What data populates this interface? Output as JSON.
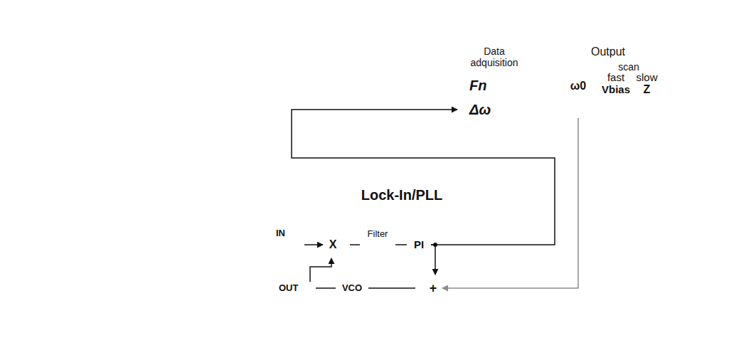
{
  "diagram": {
    "nodes": [
      {
        "text": [
          "Data adquisition"
        ]
      },
      {
        "text": [
          "Fn"
        ],
        "in": 0
      },
      {
        "text": [
          "Δω"
        ],
        "in": 0
      },
      {
        "text": [
          "Output"
        ]
      },
      {
        "text": [
          "ω0"
        ],
        "in": 3
      },
      {
        "text": [
          "scan"
        ],
        "in": 3
      },
      {
        "text": [
          "fast",
          "Vbias"
        ],
        "in": 5
      },
      {
        "text": [
          "slow",
          "Z"
        ],
        "in": 5
      },
      {
        "text": [
          "Lock-In/PLL"
        ]
      },
      {
        "text": [
          "IN"
        ],
        "in": 8
      },
      {
        "text": [
          "X"
        ],
        "in": 8
      },
      {
        "text": [
          "Filter"
        ],
        "in": 8
      },
      {
        "text": [
          "PI"
        ],
        "in": 8
      },
      {
        "text": [
          "OUT"
        ],
        "in": 8
      },
      {
        "text": [
          "VCO"
        ],
        "in": 8
      },
      {
        "text": [
          "+"
        ],
        "in": 8
      }
    ],
    "edges": [
      {
        "from": 9,
        "to": 10,
        "arrow": "to"
      },
      {
        "from": 13,
        "to": 10,
        "arrow": "to"
      },
      {
        "from": 10,
        "to": 11,
        "arrow": "none"
      },
      {
        "from": 11,
        "to": 12,
        "arrow": "none"
      },
      {
        "from": 12,
        "to": 2,
        "arrow": "to"
      },
      {
        "from": 12,
        "to": 15,
        "arrow": "to"
      },
      {
        "from": 4,
        "to": 15,
        "arrow": "to"
      },
      {
        "from": 15,
        "to": 14,
        "arrow": "none"
      },
      {
        "from": 14,
        "to": 13,
        "arrow": "none"
      }
    ]
  }
}
